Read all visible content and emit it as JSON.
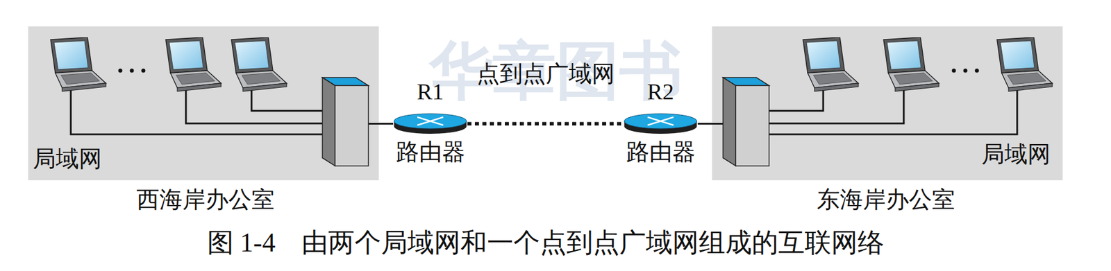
{
  "diagram": {
    "caption": "图 1-4　由两个局域网和一个点到点广域网组成的互联网络",
    "nodes": [
      {
        "text": [
          "局域网",
          "西海岸办公室"
        ]
      },
      {
        "text": [
          "R1",
          "路由器"
        ]
      },
      {
        "text": [
          "R2",
          "路由器"
        ]
      },
      {
        "text": [
          "局域网",
          "东海岸办公室"
        ]
      }
    ],
    "edges": [
      {
        "from": 0,
        "to": 1,
        "arrow": "none"
      },
      {
        "from": 1,
        "to": 2,
        "arrow": "none",
        "label": "点到点广域网"
      },
      {
        "from": 2,
        "to": 3,
        "arrow": "none"
      }
    ],
    "labels": [
      "华章图书"
    ]
  }
}
